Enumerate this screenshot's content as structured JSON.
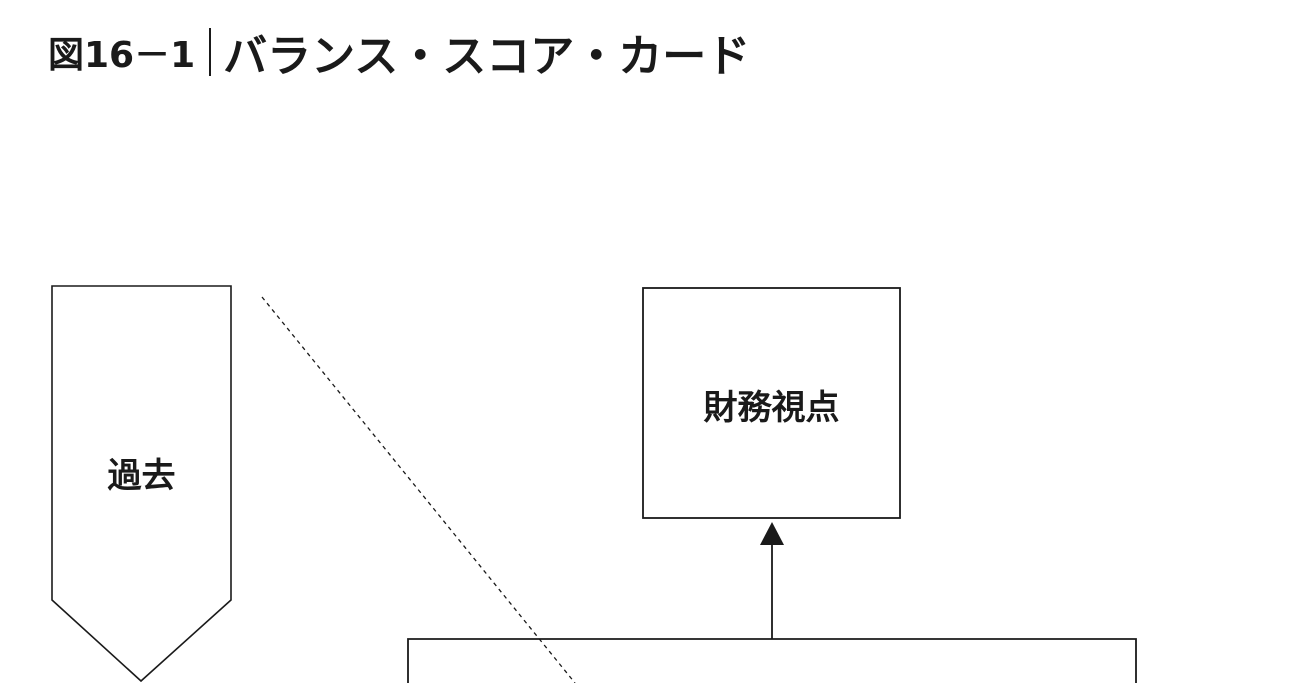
{
  "figure": {
    "number": "図16－1",
    "title": "バランス・スコア・カード"
  },
  "timeline": {
    "label": "過去"
  },
  "boxes": {
    "financial": "財務視点"
  },
  "colors": {
    "stroke": "#1a1a1a",
    "background": "#ffffff"
  }
}
